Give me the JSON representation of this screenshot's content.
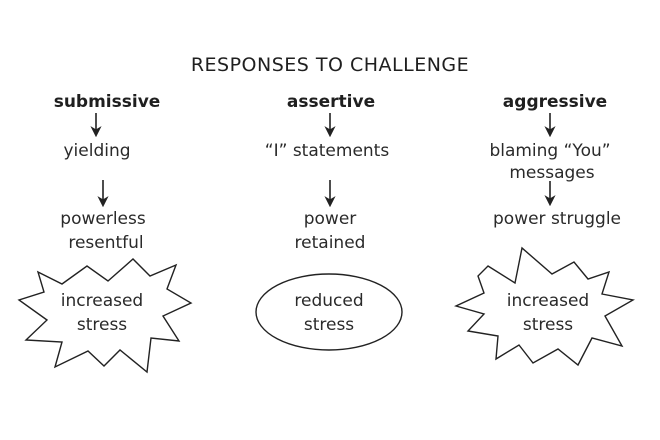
{
  "title": "RESPONSES TO CHALLENGE",
  "columns": [
    {
      "heading": "submissive",
      "step1": "yielding",
      "step2_line1": "powerless",
      "step2_line2": "resentful",
      "outcome_line1": "increased",
      "outcome_line2": "stress",
      "outcome_shape": "starburst"
    },
    {
      "heading": "assertive",
      "step1": "“I” statements",
      "step2_line1": "power",
      "step2_line2": "retained",
      "outcome_line1": "reduced",
      "outcome_line2": "stress",
      "outcome_shape": "ellipse"
    },
    {
      "heading": "aggressive",
      "step1_line1": "blaming “You”",
      "step1_line2": "messages",
      "step2_line1": "power struggle",
      "outcome_line1": "increased",
      "outcome_line2": "stress",
      "outcome_shape": "starburst"
    }
  ],
  "colors": {
    "ink": "#222222",
    "background": "#ffffff"
  }
}
